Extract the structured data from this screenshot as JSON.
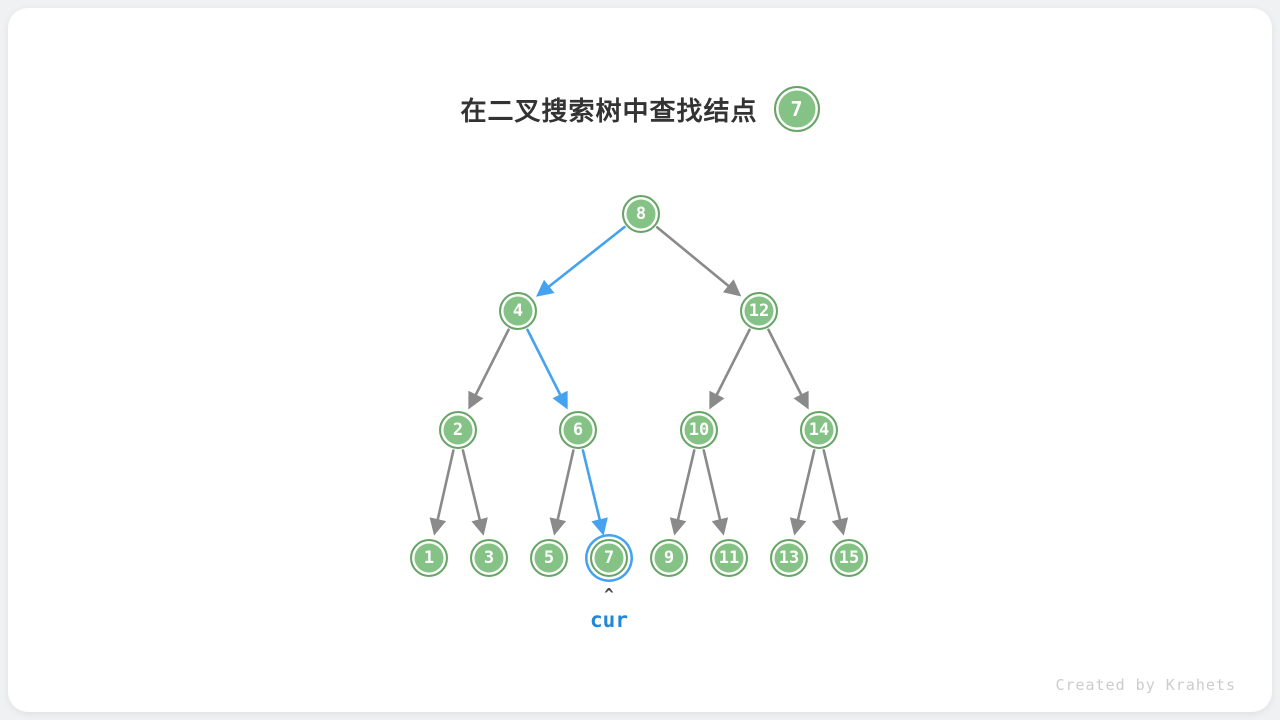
{
  "page": {
    "background": "#f0f1f2",
    "card_background": "#ffffff"
  },
  "colors": {
    "node_fill": "#85c285",
    "node_border": "#67a567",
    "edge_gray": "#8a8a8a",
    "edge_blue": "#45a2f1",
    "cur_blue": "#2387d8"
  },
  "title": {
    "text": "在二叉搜索树中查找结点",
    "target_value": "7"
  },
  "tree": {
    "nodes": [
      "8",
      "4",
      "12",
      "2",
      "6",
      "10",
      "14",
      "1",
      "3",
      "5",
      "7",
      "9",
      "11",
      "13",
      "15"
    ],
    "edges": [
      {
        "from": "8",
        "to": "4",
        "highlight": true
      },
      {
        "from": "8",
        "to": "12",
        "highlight": false
      },
      {
        "from": "4",
        "to": "2",
        "highlight": false
      },
      {
        "from": "4",
        "to": "6",
        "highlight": true
      },
      {
        "from": "12",
        "to": "10",
        "highlight": false
      },
      {
        "from": "12",
        "to": "14",
        "highlight": false
      },
      {
        "from": "2",
        "to": "1",
        "highlight": false
      },
      {
        "from": "2",
        "to": "3",
        "highlight": false
      },
      {
        "from": "6",
        "to": "5",
        "highlight": false
      },
      {
        "from": "6",
        "to": "7",
        "highlight": true
      },
      {
        "from": "10",
        "to": "9",
        "highlight": false
      },
      {
        "from": "10",
        "to": "11",
        "highlight": false
      },
      {
        "from": "14",
        "to": "13",
        "highlight": false
      },
      {
        "from": "14",
        "to": "15",
        "highlight": false
      }
    ],
    "search_path": [
      "8",
      "4",
      "6",
      "7"
    ],
    "current_node": "7"
  },
  "pointer": {
    "caret": "^",
    "label": "cur"
  },
  "watermark": "Created by Krahets"
}
